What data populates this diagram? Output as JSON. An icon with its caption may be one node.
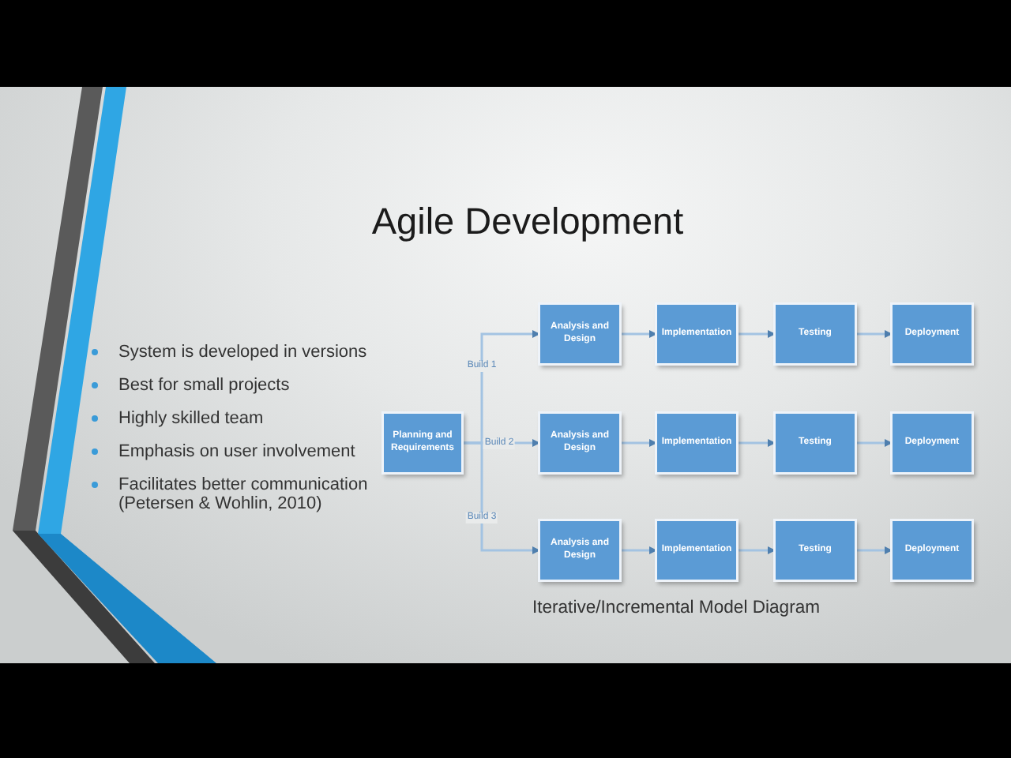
{
  "diagram": {
    "title": "Agile Development",
    "caption": "Iterative/Incremental Model Diagram",
    "nodes": [
      {
        "text": [
          "Planning and Requirements"
        ]
      },
      {
        "text": [
          "Analysis and Design"
        ]
      },
      {
        "text": [
          "Implementation"
        ]
      },
      {
        "text": [
          "Testing"
        ]
      },
      {
        "text": [
          "Deployment"
        ]
      },
      {
        "text": [
          "Analysis and Design"
        ]
      },
      {
        "text": [
          "Implementation"
        ]
      },
      {
        "text": [
          "Testing"
        ]
      },
      {
        "text": [
          "Deployment"
        ]
      },
      {
        "text": [
          "Analysis and Design"
        ]
      },
      {
        "text": [
          "Implementation"
        ]
      },
      {
        "text": [
          "Testing"
        ]
      },
      {
        "text": [
          "Deployment"
        ]
      }
    ],
    "edges": [
      {
        "from": 0,
        "to": 1,
        "arrow": "to",
        "label": "Build 1"
      },
      {
        "from": 0,
        "to": 5,
        "arrow": "to",
        "label": "Build 2"
      },
      {
        "from": 0,
        "to": 9,
        "arrow": "to",
        "label": "Build 3"
      },
      {
        "from": 1,
        "to": 2,
        "arrow": "to"
      },
      {
        "from": 2,
        "to": 3,
        "arrow": "to"
      },
      {
        "from": 3,
        "to": 4,
        "arrow": "to"
      },
      {
        "from": 5,
        "to": 6,
        "arrow": "to"
      },
      {
        "from": 6,
        "to": 7,
        "arrow": "to"
      },
      {
        "from": 7,
        "to": 8,
        "arrow": "to"
      },
      {
        "from": 9,
        "to": 10,
        "arrow": "to"
      },
      {
        "from": 10,
        "to": 11,
        "arrow": "to"
      },
      {
        "from": 11,
        "to": 12,
        "arrow": "to"
      }
    ],
    "labels": [
      "System is developed in versions",
      "Best for small projects",
      "Highly skilled team",
      "Emphasis on user involvement",
      "Facilitates better communication (Petersen & Wohlin, 2010)"
    ]
  }
}
